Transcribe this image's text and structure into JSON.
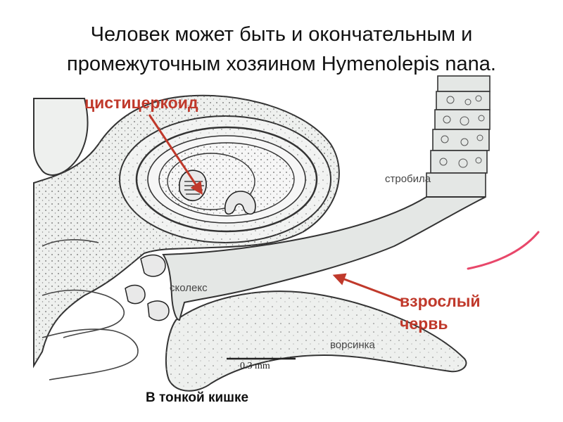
{
  "title": {
    "line1": "Человек может быть и окончательным и",
    "line2": "промежуточным хозяином Hymenolepis nana."
  },
  "labels": {
    "cysticercoid": "цистицеркоид",
    "strobila": "стробила",
    "scolex": "сколекс",
    "adult_line1": "взрослый",
    "adult_line2": "червь",
    "villus": "ворсинка",
    "scale_bar": "0.3 mm",
    "location": "В тонкой кишке"
  },
  "colors": {
    "accent": "#c0392b",
    "tissue": "#eef0ee",
    "outline": "#333333",
    "worm_fill": "#e4e7e5",
    "pink_streak": "#e8476a"
  }
}
